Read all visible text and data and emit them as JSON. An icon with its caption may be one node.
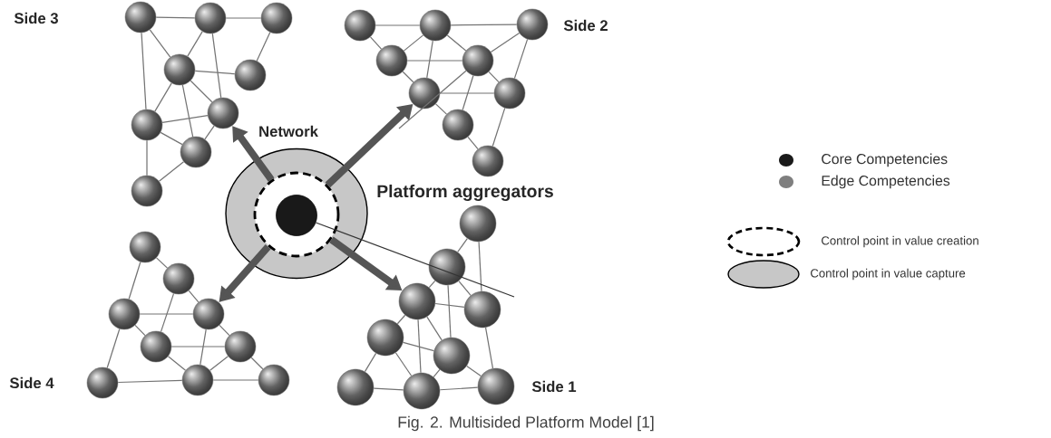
{
  "diagram": {
    "caption": "Fig. 2. Multisided Platform Model [1]",
    "nodes": [
      {
        "text": [],
        "shape": "ellipse"
      },
      {
        "text": [],
        "shape": "circle",
        "in": 0
      },
      {
        "text": [],
        "shape": "circle",
        "in": 1
      },
      {
        "text": [],
        "shape": "circle"
      },
      {
        "text": [],
        "shape": "circle"
      },
      {
        "text": [],
        "shape": "circle"
      },
      {
        "text": [],
        "shape": "circle"
      },
      {
        "text": [],
        "shape": "circle"
      },
      {
        "text": [],
        "shape": "circle"
      },
      {
        "text": [],
        "shape": "circle"
      },
      {
        "text": [],
        "shape": "circle"
      },
      {
        "text": [],
        "shape": "circle"
      },
      {
        "text": [],
        "shape": "circle"
      },
      {
        "text": [],
        "shape": "circle"
      },
      {
        "text": [],
        "shape": "circle"
      },
      {
        "text": [],
        "shape": "circle"
      },
      {
        "text": [],
        "shape": "circle"
      },
      {
        "text": [],
        "shape": "circle"
      },
      {
        "text": [],
        "shape": "circle"
      },
      {
        "text": [],
        "shape": "circle"
      },
      {
        "text": [],
        "shape": "circle"
      },
      {
        "text": [],
        "shape": "circle"
      },
      {
        "text": [],
        "shape": "circle"
      },
      {
        "text": [],
        "shape": "circle"
      },
      {
        "text": [],
        "shape": "circle"
      },
      {
        "text": [],
        "shape": "circle"
      },
      {
        "text": [],
        "shape": "circle"
      },
      {
        "text": [],
        "shape": "circle"
      },
      {
        "text": [],
        "shape": "circle"
      },
      {
        "text": [],
        "shape": "circle"
      },
      {
        "text": [],
        "shape": "circle"
      },
      {
        "text": [],
        "shape": "circle"
      },
      {
        "text": [],
        "shape": "circle"
      },
      {
        "text": [],
        "shape": "circle"
      },
      {
        "text": [],
        "shape": "circle"
      },
      {
        "text": [],
        "shape": "circle"
      },
      {
        "text": [],
        "shape": "circle"
      },
      {
        "text": [],
        "shape": "circle"
      },
      {
        "text": [],
        "shape": "circle"
      }
    ],
    "edges": [
      {
        "from": 3,
        "to": 4,
        "arrow": "none"
      },
      {
        "from": 4,
        "to": 5,
        "arrow": "none"
      },
      {
        "from": 3,
        "to": 6,
        "arrow": "none"
      },
      {
        "from": 3,
        "to": 8,
        "arrow": "none"
      },
      {
        "from": 8,
        "to": 11,
        "arrow": "none"
      },
      {
        "from": 4,
        "to": 6,
        "arrow": "none"
      },
      {
        "from": 4,
        "to": 9,
        "arrow": "none"
      },
      {
        "from": 5,
        "to": 7,
        "arrow": "none"
      },
      {
        "from": 6,
        "to": 7,
        "arrow": "none"
      },
      {
        "from": 6,
        "to": 8,
        "arrow": "none"
      },
      {
        "from": 6,
        "to": 9,
        "arrow": "none"
      },
      {
        "from": 6,
        "to": 10,
        "arrow": "none"
      },
      {
        "from": 8,
        "to": 9,
        "arrow": "none"
      },
      {
        "from": 8,
        "to": 10,
        "arrow": "none"
      },
      {
        "from": 9,
        "to": 10,
        "arrow": "none"
      },
      {
        "from": 10,
        "to": 11,
        "arrow": "none"
      },
      {
        "from": 12,
        "to": 13,
        "arrow": "none"
      },
      {
        "from": 13,
        "to": 14,
        "arrow": "none"
      },
      {
        "from": 12,
        "to": 15,
        "arrow": "none"
      },
      {
        "from": 13,
        "to": 15,
        "arrow": "none"
      },
      {
        "from": 13,
        "to": 17,
        "arrow": "none"
      },
      {
        "from": 15,
        "to": 16,
        "arrow": "none"
      },
      {
        "from": 13,
        "to": 16,
        "arrow": "none"
      },
      {
        "from": 14,
        "to": 16,
        "arrow": "none"
      },
      {
        "from": 14,
        "to": 18,
        "arrow": "none"
      },
      {
        "from": 15,
        "to": 17,
        "arrow": "none"
      },
      {
        "from": 16,
        "to": 18,
        "arrow": "none"
      },
      {
        "from": 17,
        "to": 19,
        "arrow": "none"
      },
      {
        "from": 16,
        "to": 19,
        "arrow": "none"
      },
      {
        "from": 17,
        "to": 18,
        "arrow": "none"
      },
      {
        "from": 19,
        "to": 20,
        "arrow": "none"
      },
      {
        "from": 18,
        "to": 20,
        "arrow": "none"
      },
      {
        "from": 21,
        "to": 22,
        "arrow": "none"
      },
      {
        "from": 21,
        "to": 24,
        "arrow": "none"
      },
      {
        "from": 22,
        "to": 23,
        "arrow": "none"
      },
      {
        "from": 22,
        "to": 24,
        "arrow": "none"
      },
      {
        "from": 22,
        "to": 26,
        "arrow": "none"
      },
      {
        "from": 23,
        "to": 24,
        "arrow": "none"
      },
      {
        "from": 23,
        "to": 26,
        "arrow": "none"
      },
      {
        "from": 23,
        "to": 28,
        "arrow": "none"
      },
      {
        "from": 23,
        "to": 25,
        "arrow": "none"
      },
      {
        "from": 25,
        "to": 26,
        "arrow": "none"
      },
      {
        "from": 25,
        "to": 27,
        "arrow": "none"
      },
      {
        "from": 25,
        "to": 28,
        "arrow": "none"
      },
      {
        "from": 26,
        "to": 28,
        "arrow": "none"
      },
      {
        "from": 24,
        "to": 29,
        "arrow": "none"
      },
      {
        "from": 26,
        "to": 29,
        "arrow": "none"
      },
      {
        "from": 27,
        "to": 28,
        "arrow": "none"
      },
      {
        "from": 28,
        "to": 29,
        "arrow": "none"
      },
      {
        "from": 30,
        "to": 31,
        "arrow": "none"
      },
      {
        "from": 30,
        "to": 32,
        "arrow": "none"
      },
      {
        "from": 31,
        "to": 33,
        "arrow": "none"
      },
      {
        "from": 31,
        "to": 34,
        "arrow": "none"
      },
      {
        "from": 32,
        "to": 33,
        "arrow": "none"
      },
      {
        "from": 32,
        "to": 34,
        "arrow": "none"
      },
      {
        "from": 32,
        "to": 36,
        "arrow": "none"
      },
      {
        "from": 33,
        "to": 35,
        "arrow": "none"
      },
      {
        "from": 33,
        "to": 37,
        "arrow": "none"
      },
      {
        "from": 34,
        "to": 35,
        "arrow": "none"
      },
      {
        "from": 34,
        "to": 37,
        "arrow": "none"
      },
      {
        "from": 35,
        "to": 37,
        "arrow": "none"
      },
      {
        "from": 35,
        "to": 38,
        "arrow": "none"
      },
      {
        "from": 36,
        "to": 37,
        "arrow": "none"
      },
      {
        "from": 37,
        "to": 38,
        "arrow": "none"
      },
      {
        "from": 1,
        "to": 9,
        "arrow": "to",
        "style": "thick",
        "color": "#555555"
      },
      {
        "from": 1,
        "to": 17,
        "arrow": "to",
        "style": "thick",
        "color": "#555555"
      },
      {
        "from": 1,
        "to": 23,
        "arrow": "to",
        "style": "thick",
        "color": "#555555"
      },
      {
        "from": 1,
        "to": 33,
        "arrow": "to",
        "style": "thick",
        "color": "#555555"
      },
      {
        "from": 2,
        "to": null,
        "arrow": "none",
        "color": "#333333"
      },
      {
        "from": 16,
        "to": null,
        "arrow": "none"
      }
    ],
    "labels": [
      "Side 3",
      "Side 2",
      "Network",
      "Platform aggregators",
      "Side 4",
      "Side 1"
    ],
    "legend": [
      {
        "text": "Core Competencies",
        "color": "#1a1a1a"
      },
      {
        "text": "Edge Competencies",
        "color": "#7f7f7f"
      },
      {
        "text": "Control point in value creation"
      },
      {
        "text": "Control point in value capture"
      }
    ]
  }
}
